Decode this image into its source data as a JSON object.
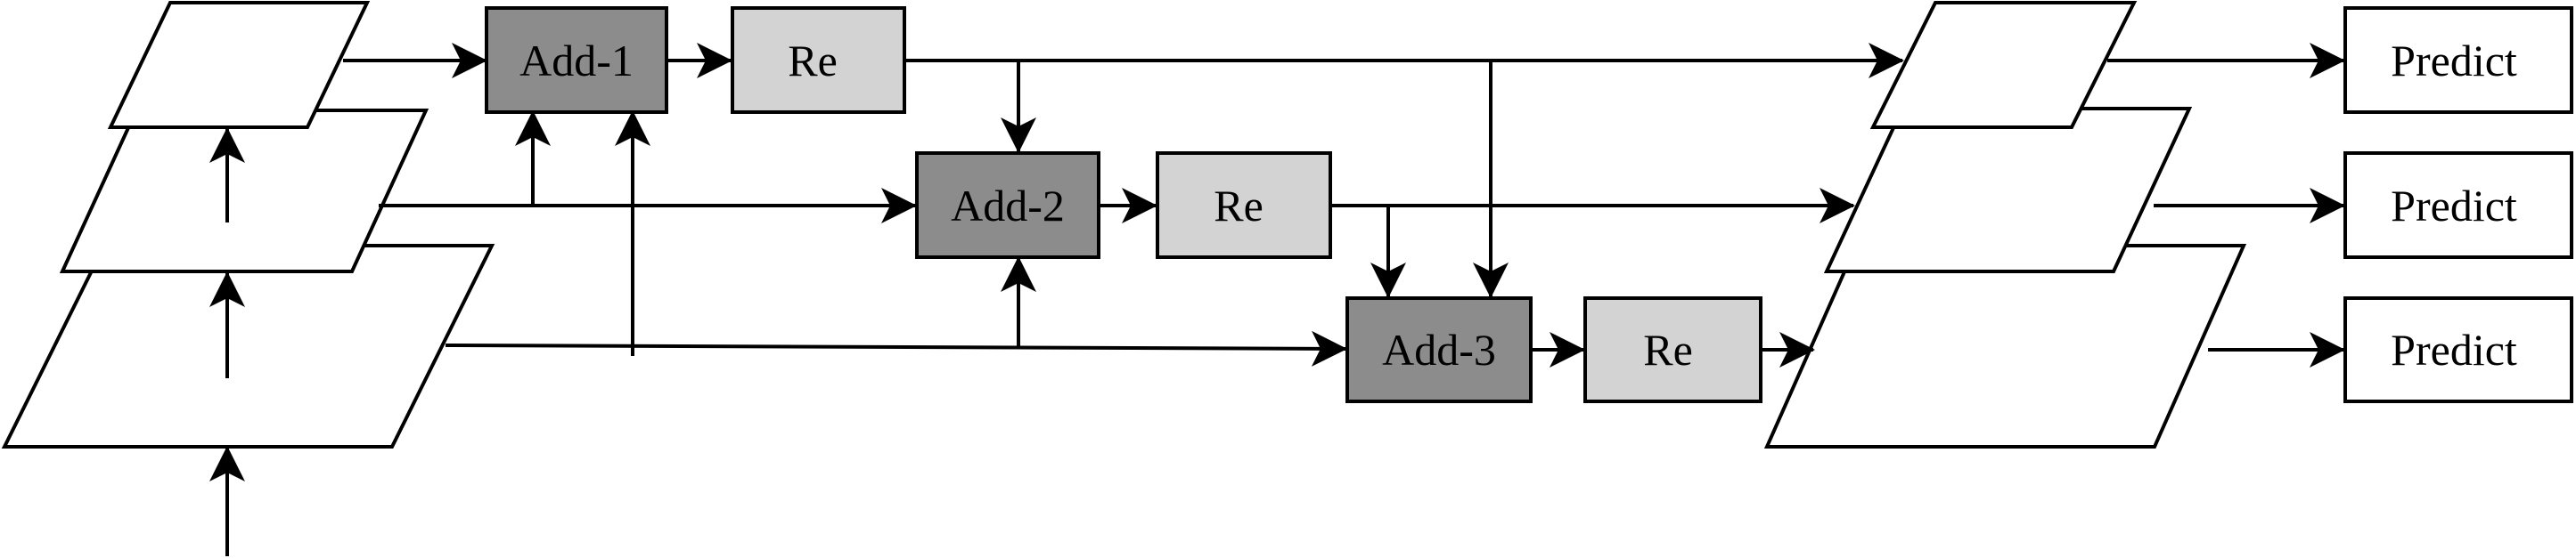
{
  "colors": {
    "add_fill": "#8c8c8c",
    "re_fill": "#d3d3d3",
    "predict_fill": "#ffffff",
    "plane_fill": "#ffffff",
    "stroke": "#000000"
  },
  "nodes": {
    "add1": {
      "label": "Add-1"
    },
    "add2": {
      "label": "Add-2"
    },
    "add3": {
      "label": "Add-3"
    },
    "re1": {
      "label": "Re"
    },
    "re2": {
      "label": "Re"
    },
    "re3": {
      "label": "Re"
    },
    "predict1": {
      "label": "Predict"
    },
    "predict2": {
      "label": "Predict"
    },
    "predict3": {
      "label": "Predict"
    }
  }
}
